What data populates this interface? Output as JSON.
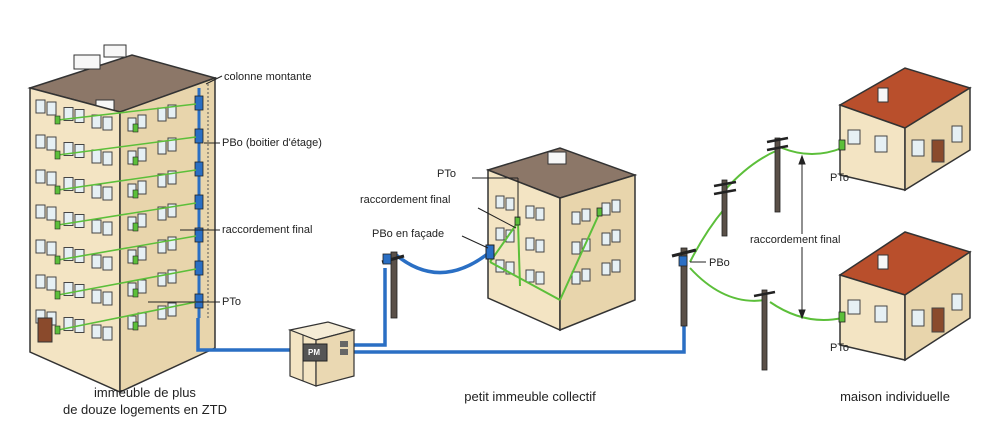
{
  "labels": {
    "colonne_montante": "colonne montante",
    "pbo_boitier": "PBo (boitier d'étage)",
    "raccordement_final_big": "raccordement final",
    "pto_big": "PTo",
    "pto_small": "PTo",
    "raccordement_final_small": "raccordement final",
    "pbo_facade": "PBo en façade",
    "pm": "PM",
    "pbo_pole": "PBo",
    "raccordement_final_houses": "raccordement final",
    "pto_house_top": "PTo",
    "pto_house_bottom": "PTo"
  },
  "captions": {
    "left_line1": "immeuble de plus",
    "left_line2": "de douze logements en ZTD",
    "middle": "petit immeuble collectif",
    "right": "maison individuelle"
  },
  "colors": {
    "fiber_blue": "#2a6fc4",
    "drop_green": "#5cbf3a",
    "wall": "#f3e4c3",
    "wall_side": "#e3cfa3",
    "roof_flat": "#8c7768",
    "roof_tile": "#b94f2c",
    "outline": "#333333"
  }
}
